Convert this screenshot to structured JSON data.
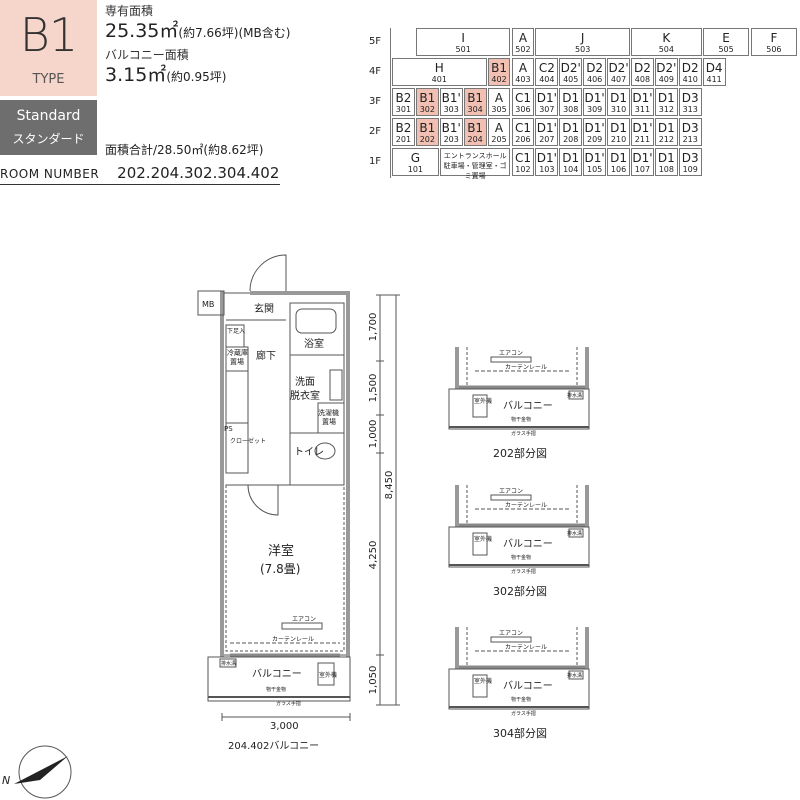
{
  "type_badge": {
    "code": "B1",
    "word": "TYPE"
  },
  "grade": {
    "en": "Standard",
    "jp": "スタンダード"
  },
  "specs": {
    "private_area_label": "専有面積",
    "private_area_value": "25.35㎡",
    "private_area_note": "(約7.66坪)(MB含む)",
    "balcony_label": "バルコニー面積",
    "balcony_value": "3.15㎡",
    "balcony_note": "(約0.95坪)",
    "total": "面積合計/28.50㎡(約8.62坪)"
  },
  "room_number": {
    "label": "ROOM NUMBER",
    "value": "202.204.302.304.402"
  },
  "floor_labels": [
    "5F",
    "4F",
    "3F",
    "2F",
    "1F"
  ],
  "units": [
    {
      "floor": 5,
      "c": 1,
      "span": 4,
      "type": "I",
      "num": "501",
      "hl": false
    },
    {
      "floor": 5,
      "c": 5,
      "span": 1,
      "type": "A",
      "num": "502",
      "hl": false
    },
    {
      "floor": 5,
      "c": 6,
      "span": 4,
      "type": "J",
      "num": "503",
      "hl": false
    },
    {
      "floor": 5,
      "c": 10,
      "span": 3,
      "type": "K",
      "num": "504",
      "hl": false
    },
    {
      "floor": 5,
      "c": 13,
      "span": 2,
      "type": "E",
      "num": "505",
      "hl": false
    },
    {
      "floor": 5,
      "c": 15,
      "span": 2,
      "type": "F",
      "num": "506",
      "hl": false
    },
    {
      "floor": 4,
      "c": 0,
      "span": 4,
      "type": "H",
      "num": "401",
      "hl": false
    },
    {
      "floor": 4,
      "c": 4,
      "span": 1,
      "type": "B1",
      "num": "402",
      "hl": true
    },
    {
      "floor": 4,
      "c": 5,
      "span": 1,
      "type": "A",
      "num": "403",
      "hl": false
    },
    {
      "floor": 4,
      "c": 6,
      "span": 1,
      "type": "C2",
      "num": "404",
      "hl": false
    },
    {
      "floor": 4,
      "c": 7,
      "span": 1,
      "type": "D2'",
      "num": "405",
      "hl": false
    },
    {
      "floor": 4,
      "c": 8,
      "span": 1,
      "type": "D2",
      "num": "406",
      "hl": false
    },
    {
      "floor": 4,
      "c": 9,
      "span": 1,
      "type": "D2'",
      "num": "407",
      "hl": false
    },
    {
      "floor": 4,
      "c": 10,
      "span": 1,
      "type": "D2",
      "num": "408",
      "hl": false
    },
    {
      "floor": 4,
      "c": 11,
      "span": 1,
      "type": "D2'",
      "num": "409",
      "hl": false
    },
    {
      "floor": 4,
      "c": 12,
      "span": 1,
      "type": "D2",
      "num": "410",
      "hl": false
    },
    {
      "floor": 4,
      "c": 13,
      "span": 1,
      "type": "D4",
      "num": "411",
      "hl": false
    },
    {
      "floor": 3,
      "c": 0,
      "span": 1,
      "type": "B2",
      "num": "301",
      "hl": false
    },
    {
      "floor": 3,
      "c": 1,
      "span": 1,
      "type": "B1",
      "num": "302",
      "hl": true
    },
    {
      "floor": 3,
      "c": 2,
      "span": 1,
      "type": "B1'",
      "num": "303",
      "hl": false
    },
    {
      "floor": 3,
      "c": 3,
      "span": 1,
      "type": "B1",
      "num": "304",
      "hl": true
    },
    {
      "floor": 3,
      "c": 4,
      "span": 1,
      "type": "A",
      "num": "305",
      "hl": false
    },
    {
      "floor": 3,
      "c": 5,
      "span": 1,
      "type": "C1",
      "num": "306",
      "hl": false
    },
    {
      "floor": 3,
      "c": 6,
      "span": 1,
      "type": "D1'",
      "num": "307",
      "hl": false
    },
    {
      "floor": 3,
      "c": 7,
      "span": 1,
      "type": "D1",
      "num": "308",
      "hl": false
    },
    {
      "floor": 3,
      "c": 8,
      "span": 1,
      "type": "D1'",
      "num": "309",
      "hl": false
    },
    {
      "floor": 3,
      "c": 9,
      "span": 1,
      "type": "D1",
      "num": "310",
      "hl": false
    },
    {
      "floor": 3,
      "c": 10,
      "span": 1,
      "type": "D1'",
      "num": "311",
      "hl": false
    },
    {
      "floor": 3,
      "c": 11,
      "span": 1,
      "type": "D1",
      "num": "312",
      "hl": false
    },
    {
      "floor": 3,
      "c": 12,
      "span": 1,
      "type": "D3",
      "num": "313",
      "hl": false
    },
    {
      "floor": 2,
      "c": 0,
      "span": 1,
      "type": "B2",
      "num": "201",
      "hl": false
    },
    {
      "floor": 2,
      "c": 1,
      "span": 1,
      "type": "B1",
      "num": "202",
      "hl": true
    },
    {
      "floor": 2,
      "c": 2,
      "span": 1,
      "type": "B1'",
      "num": "203",
      "hl": false
    },
    {
      "floor": 2,
      "c": 3,
      "span": 1,
      "type": "B1",
      "num": "204",
      "hl": true
    },
    {
      "floor": 2,
      "c": 4,
      "span": 1,
      "type": "A",
      "num": "205",
      "hl": false
    },
    {
      "floor": 2,
      "c": 5,
      "span": 1,
      "type": "C1",
      "num": "206",
      "hl": false
    },
    {
      "floor": 2,
      "c": 6,
      "span": 1,
      "type": "D1'",
      "num": "207",
      "hl": false
    },
    {
      "floor": 2,
      "c": 7,
      "span": 1,
      "type": "D1",
      "num": "208",
      "hl": false
    },
    {
      "floor": 2,
      "c": 8,
      "span": 1,
      "type": "D1'",
      "num": "209",
      "hl": false
    },
    {
      "floor": 2,
      "c": 9,
      "span": 1,
      "type": "D1",
      "num": "210",
      "hl": false
    },
    {
      "floor": 2,
      "c": 10,
      "span": 1,
      "type": "D1'",
      "num": "211",
      "hl": false
    },
    {
      "floor": 2,
      "c": 11,
      "span": 1,
      "type": "D1",
      "num": "212",
      "hl": false
    },
    {
      "floor": 2,
      "c": 12,
      "span": 1,
      "type": "D3",
      "num": "213",
      "hl": false
    },
    {
      "floor": 1,
      "c": 0,
      "span": 2,
      "type": "G",
      "num": "101",
      "hl": false
    },
    {
      "floor": 1,
      "c": 2,
      "span": 3,
      "type": "",
      "num": "",
      "text1": "エントランスホール",
      "text2": "駐車場・管理室・ゴミ置場",
      "hl": false
    },
    {
      "floor": 1,
      "c": 5,
      "span": 1,
      "type": "C1",
      "num": "102",
      "hl": false
    },
    {
      "floor": 1,
      "c": 6,
      "span": 1,
      "type": "D1'",
      "num": "103",
      "hl": false
    },
    {
      "floor": 1,
      "c": 7,
      "span": 1,
      "type": "D1",
      "num": "104",
      "hl": false
    },
    {
      "floor": 1,
      "c": 8,
      "span": 1,
      "type": "D1'",
      "num": "105",
      "hl": false
    },
    {
      "floor": 1,
      "c": 9,
      "span": 1,
      "type": "D1",
      "num": "106",
      "hl": false
    },
    {
      "floor": 1,
      "c": 10,
      "span": 1,
      "type": "D1'",
      "num": "107",
      "hl": false
    },
    {
      "floor": 1,
      "c": 11,
      "span": 1,
      "type": "D1",
      "num": "108",
      "hl": false
    },
    {
      "floor": 1,
      "c": 12,
      "span": 1,
      "type": "D3",
      "num": "109",
      "hl": false
    }
  ],
  "plan": {
    "mb": "MB",
    "entrance": "玄関",
    "bath": "浴室",
    "corridor": "廊下",
    "washroom_1": "洗面",
    "washroom_2": "脱衣室",
    "washer_1": "洗濯機",
    "washer_2": "置場",
    "toilet": "トイレ",
    "fridge_1": "冷蔵庫",
    "fridge_2": "置場",
    "closet": "クローゼット",
    "ps": "PS",
    "shoe": "下足入",
    "room_1": "洋室",
    "room_2": "(7.8畳)",
    "aircon": "エアコン",
    "curtain": "カーテンレール",
    "balcony": "バルコニー",
    "outdoor_unit": "室外機",
    "drying": "物干金物",
    "rail": "ガラス手摺",
    "drain": "排水溝",
    "dim_1": "1,700",
    "dim_2": "1,500",
    "dim_3": "1,000",
    "dim_4": "4,250",
    "dim_5": "1,050",
    "dim_total": "8,450",
    "dim_width": "3,000",
    "caption": "204.402バルコニー"
  },
  "partials": [
    {
      "caption": "202部分図"
    },
    {
      "caption": "302部分図"
    },
    {
      "caption": "304部分図"
    }
  ]
}
